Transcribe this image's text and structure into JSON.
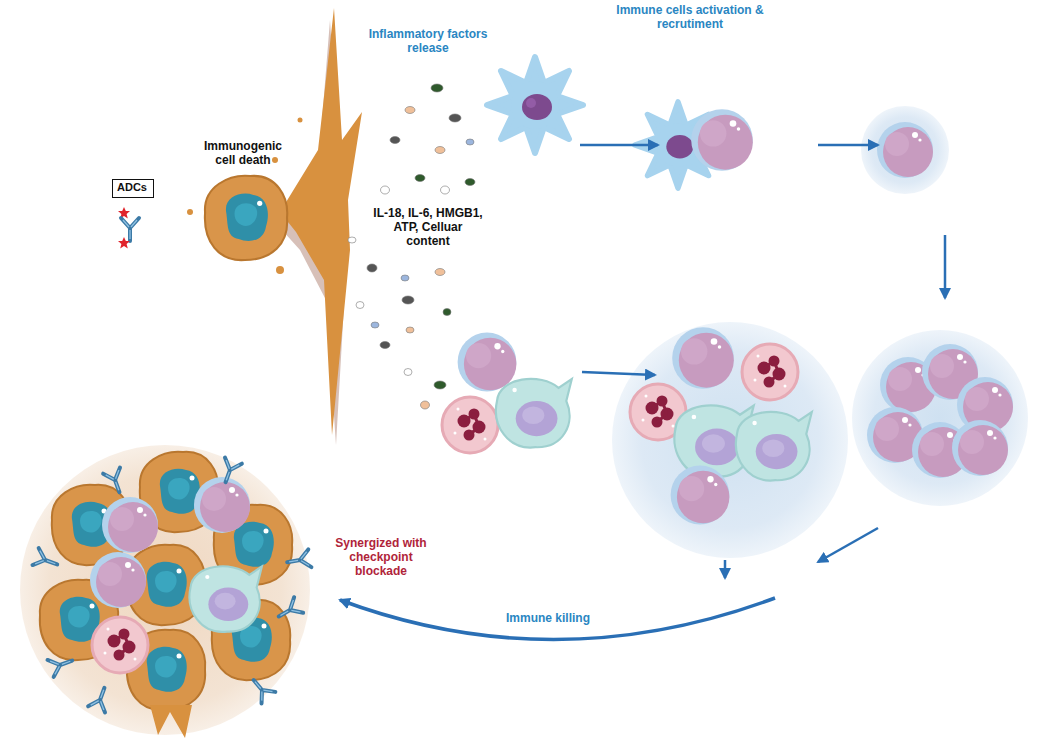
{
  "diagram": {
    "nodes": [
      {
        "text": [
          "ADCs"
        ]
      }
    ],
    "labels": [
      "Immunogenic cell death",
      "Inflammatory factors release",
      "IL-18, IL-6, HMGB1, ATP, Celluar content",
      "Immune cells activation & recrutiment",
      "Synergized with checkpoint blockade",
      "Immune killing"
    ]
  }
}
